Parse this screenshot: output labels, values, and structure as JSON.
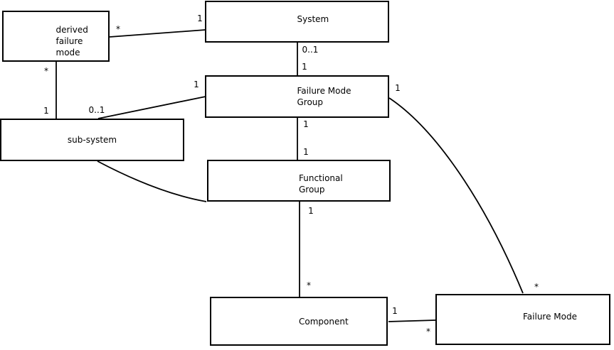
{
  "diagram": {
    "title": "system-failure-mode-class-diagram",
    "boxes": {
      "derived_failure_mode": {
        "label": "derived\nfailure\nmode"
      },
      "system": {
        "label": "System"
      },
      "failure_mode_group": {
        "label": "Failure Mode\nGroup"
      },
      "sub_system": {
        "label": "sub-system"
      },
      "functional_group": {
        "label": "Functional\nGroup"
      },
      "component": {
        "label": "Component"
      },
      "failure_mode": {
        "label": "Failure Mode"
      }
    },
    "multiplicities": {
      "derived_system_many": "*",
      "derived_system_one": "1",
      "derived_subsystem_many": "*",
      "derived_subsystem_one": "1",
      "subsystem_fmg_optional": "0..1",
      "subsystem_fmg_one": "1",
      "system_fmg_optional": "0..1",
      "system_fmg_one": "1",
      "fmg_fg_one_top": "1",
      "fmg_fg_one_bottom": "1",
      "fg_component_one": "1",
      "fg_component_many": "*",
      "component_fm_one": "1",
      "component_fm_many": "*",
      "fmg_fm_one": "1",
      "fmg_fm_many": "*"
    }
  }
}
